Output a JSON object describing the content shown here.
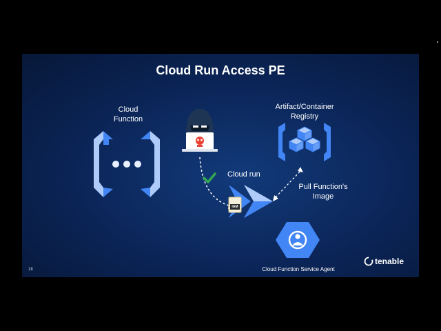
{
  "slide": {
    "title": "Cloud Run Access PE",
    "page_number": "18",
    "brand": "tenable"
  },
  "nodes": {
    "cloud_function": {
      "label_line1": "Cloud",
      "label_line2": "Function"
    },
    "registry": {
      "label_line1": "Artifact/Container",
      "label_line2": "Registry"
    },
    "cloud_run": {
      "label": "Cloud run"
    },
    "pull": {
      "label_line1": "Pull Function's",
      "label_line2": "Image"
    },
    "service_agent": {
      "label": "Cloud Function Service Agent"
    },
    "iam_badge": {
      "label": "IAM"
    }
  },
  "colors": {
    "google_blue": "#4285f4",
    "light_blue": "#aecbfa",
    "check_green": "#34a853",
    "skull_red": "#ea4335"
  }
}
